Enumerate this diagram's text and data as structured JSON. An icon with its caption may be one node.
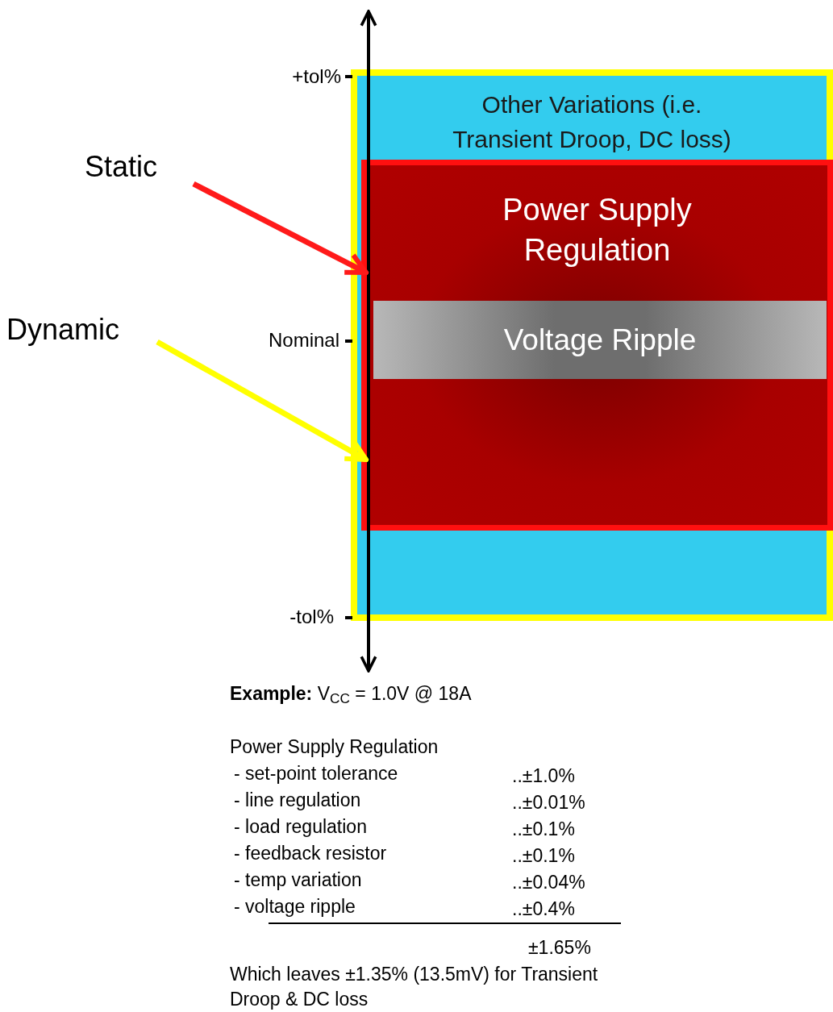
{
  "diagram": {
    "nodes": [
      {
        "text": [
          "Other Variations (i.e. Transient Droop, DC loss)"
        ]
      },
      {
        "text": [
          "Power Supply Regulation"
        ],
        "in": 0
      },
      {
        "text": [
          "Voltage Ripple"
        ],
        "in": 1
      },
      {
        "text": [
          "Static"
        ]
      },
      {
        "text": [
          "Dynamic"
        ]
      }
    ],
    "edges": [
      {
        "from": 3,
        "to": 1,
        "arrow": "to",
        "color": "#ff1a1a"
      },
      {
        "from": 4,
        "to": 1,
        "arrow": "to",
        "color": "#ffff00"
      }
    ],
    "labels": [
      "+tol%",
      "Nominal",
      "-tol%",
      "**Example:** V$_{CC}$ = 1.0V @ 18A",
      "Power Supply Regulation",
      "- set-point tolerance",
      "..±1.0%",
      "- line regulation",
      "..±0.01%",
      "- load regulation",
      "..±0.1%",
      "- feedback resistor",
      "..±0.1%",
      "- temp variation",
      "..±0.04%",
      "- voltage ripple",
      "..±0.4%",
      "±1.65%",
      "Which leaves ±1.35% (13.5mV) for Transient Droop & DC loss"
    ]
  }
}
